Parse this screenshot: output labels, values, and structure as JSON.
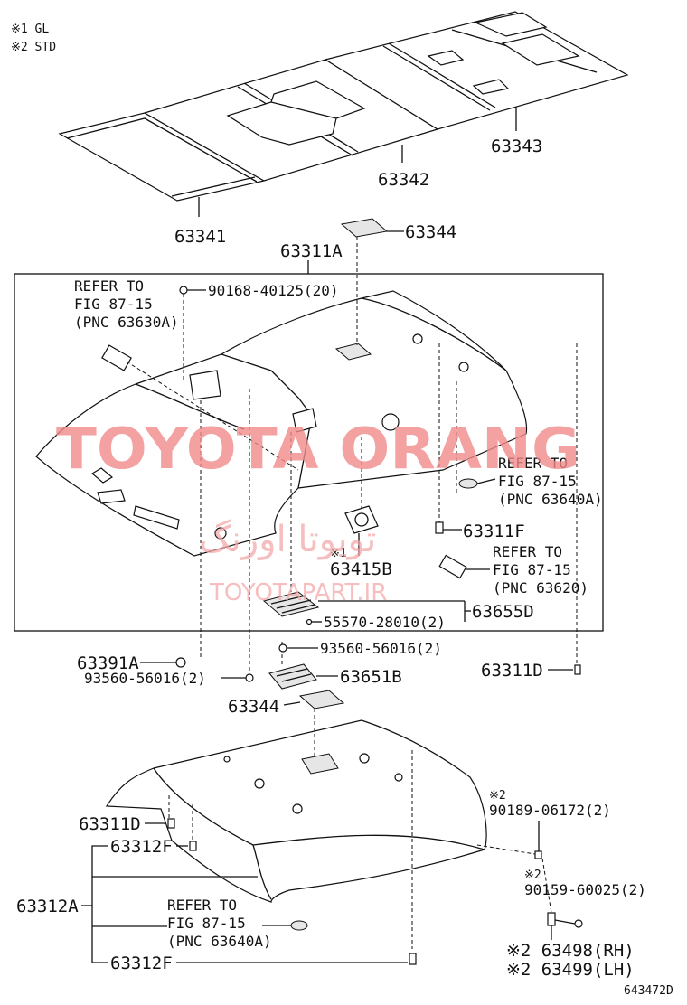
{
  "legend": {
    "gl": "※1 GL",
    "std": "※2 STD"
  },
  "watermark": {
    "main": "TOYOTA ORANG",
    "persian": "تویوتا اورنگ",
    "site": "TOYOTAPART.IR"
  },
  "callouts": {
    "p63341": "63341",
    "p63342": "63342",
    "p63343": "63343",
    "p63344_top": "63344",
    "p63311A": "63311A",
    "p90168": "90168-40125(20)",
    "ref1_l1": "REFER TO",
    "ref1_l2": "FIG 87-15",
    "ref1_l3": "(PNC 63630A)",
    "ref2_l1": "REFER TO",
    "ref2_l2": "FIG 87-15",
    "ref2_l3": "(PNC 63640A)",
    "p63311F": "63311F",
    "mark1": "※1",
    "p63415B": "63415B",
    "ref3_l1": "REFER TO",
    "ref3_l2": "FIG 87-15",
    "ref3_l3": "(PNC 63620)",
    "p55570": "55570-28010(2)",
    "p63655D": "63655D",
    "p63391A": "63391A",
    "p93560_a": "93560-56016(2)",
    "p93560_b": "93560-56016(2)",
    "p63651B": "63651B",
    "p63311D_r": "63311D",
    "p63344_mid": "63344",
    "mark2a": "※2",
    "p90189": "90189-06172(2)",
    "p63311D_l": "63311D",
    "p63312F_a": "63312F",
    "mark2b": "※2",
    "p90159": "90159-60025(2)",
    "p63312A": "63312A",
    "ref4_l1": "REFER TO",
    "ref4_l2": "FIG 87-15",
    "ref4_l3": "(PNC 63640A)",
    "p63498": "※2 63498(RH)",
    "p63499": "※2 63499(LH)",
    "p63312F_b": "63312F",
    "fig_no": "643472D"
  },
  "colors": {
    "watermark": "#f08a8a",
    "ink": "#111111"
  }
}
